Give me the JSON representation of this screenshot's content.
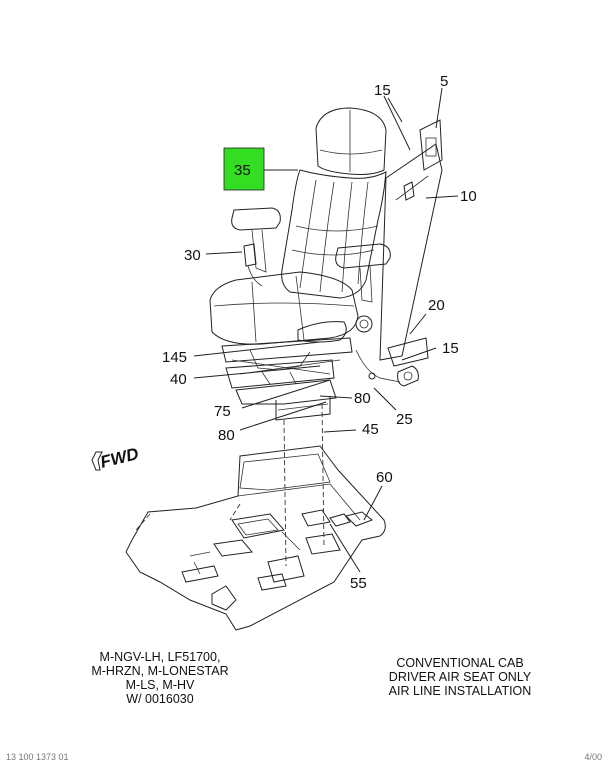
{
  "callouts": {
    "c5": "5",
    "c15_top": "15",
    "c35": "35",
    "c10": "10",
    "c30": "30",
    "c20": "20",
    "c15_right": "15",
    "c145": "145",
    "c40": "40",
    "c75": "75",
    "c80_right": "80",
    "c25": "25",
    "c80_left": "80",
    "c45": "45",
    "c60": "60",
    "c55": "55"
  },
  "fwd_label": "FWD",
  "highlight_color": "#33dd22",
  "caption_left": [
    "M-NGV-LH, LF51700,",
    "M-HRZN, M-LONESTAR",
    "M-LS, M-HV",
    "W/ 0016030"
  ],
  "caption_right": [
    "CONVENTIONAL CAB",
    "DRIVER AIR SEAT ONLY",
    "AIR LINE INSTALLATION"
  ],
  "footer_left": "13 100 1373 01",
  "footer_right": "4/00"
}
